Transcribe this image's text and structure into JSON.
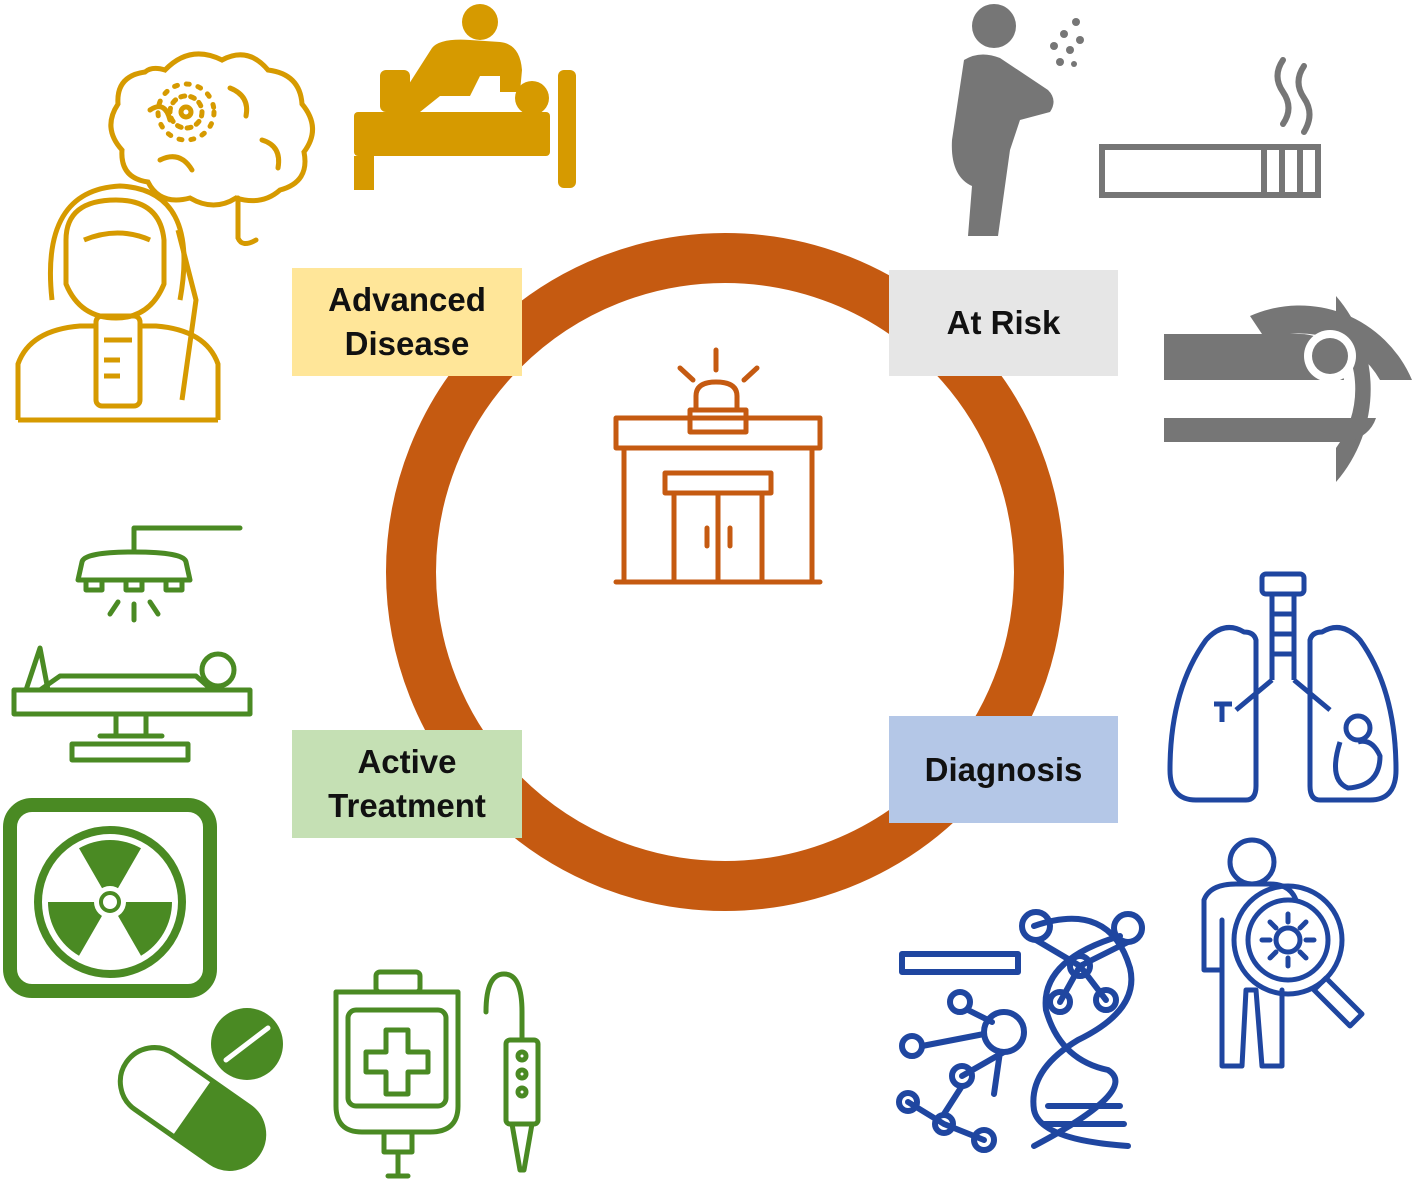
{
  "colors": {
    "ring": "#C55A11",
    "advanced": "#D69A00",
    "risk": "#767676",
    "treatment": "#4A8A23",
    "diagnosis": "#1F46A0",
    "box_advanced": "#FFE699",
    "box_risk": "#E6E6E6",
    "box_treatment": "#C5E0B4",
    "box_diagnosis": "#B4C7E7"
  },
  "stages": {
    "advanced": {
      "line1": "Advanced",
      "line2": "Disease"
    },
    "risk": {
      "line1": "At Risk"
    },
    "treatment": {
      "line1": "Active",
      "line2": "Treatment"
    },
    "diagnosis": {
      "line1": "Diagnosis"
    }
  },
  "icons": {
    "center": "hospital-building-with-siren-icon",
    "advanced": [
      "brain-icon",
      "caregiver-bed-icon",
      "oxygen-mask-patient-icon"
    ],
    "risk": [
      "coughing-person-icon",
      "cigarette-icon",
      "ct-scanner-icon"
    ],
    "diagnosis": [
      "lungs-tumor-icon",
      "person-magnifier-virus-icon",
      "dna-molecule-icon"
    ],
    "treatment": [
      "surgery-table-lamp-icon",
      "radiation-icon",
      "pills-capsule-icon",
      "iv-bag-icon"
    ]
  }
}
